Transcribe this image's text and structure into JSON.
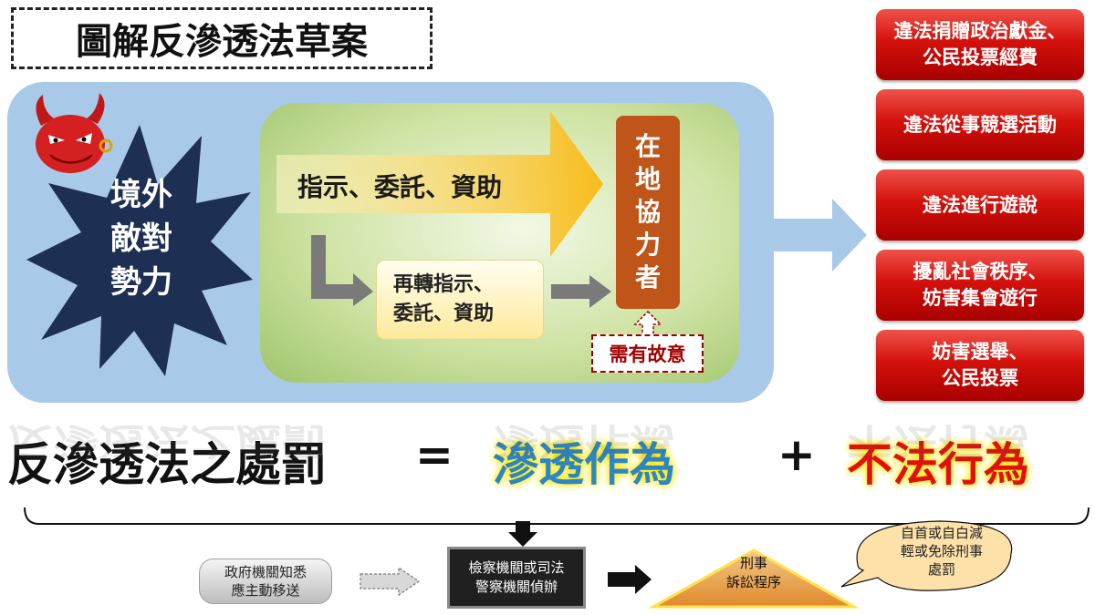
{
  "title": "圖解反滲透法草案",
  "foreign": {
    "line1": "境外",
    "line2": "敵對",
    "line3": "勢力"
  },
  "flow": {
    "direct": "指示、委託、資助",
    "relay_line1": "再轉指示、",
    "relay_line2": "委託、資助",
    "actor_chars": [
      "在",
      "地",
      "協",
      "力",
      "者"
    ],
    "intent": "需有故意"
  },
  "offenses": [
    {
      "line1": "違法捐贈政治獻金、",
      "line2": "公民投票經費"
    },
    {
      "line1": "違法從事競選活動",
      "line2": ""
    },
    {
      "line1": "違法進行遊說",
      "line2": ""
    },
    {
      "line1": "擾亂社會秩序、",
      "line2": "妨害集會遊行"
    },
    {
      "line1": "妨害選舉、",
      "line2": "公民投票"
    }
  ],
  "formula": {
    "left": "反滲透法之處罰",
    "equals": "=",
    "term1": "滲透作為",
    "plus": "+",
    "term2": "不法行為"
  },
  "procedure": {
    "gov_line1": "政府機關知悉",
    "gov_line2": "應主動移送",
    "pros_line1": "檢察機關或司法",
    "pros_line2": "警察機關偵辦",
    "criminal_line1": "刑事",
    "criminal_line2": "訴訟程序",
    "bubble_line1": "自首或自白減",
    "bubble_line2": "輕或免除刑事",
    "bubble_line3": "處罰"
  },
  "colors": {
    "panel_blue": "#a9c9e8",
    "actor_orange": "#c0551a",
    "offense_red": "#d4110c",
    "term1_blue": "#2a86c8",
    "term2_red": "#e01010",
    "devil_red": "#d42020",
    "star_navy": "#1d2f52"
  },
  "icons": [
    "devil-icon",
    "starburst-shape",
    "arrow-right-icon",
    "arrow-down-icon"
  ]
}
